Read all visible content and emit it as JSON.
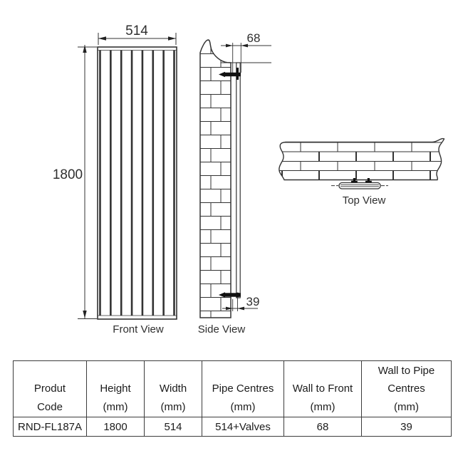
{
  "colors": {
    "line": "#333333",
    "text": "#2f2f2f",
    "table_border": "#3c3c3c",
    "background": "#ffffff"
  },
  "views": {
    "front": {
      "caption": "Front View",
      "width_dim": "514",
      "height_dim": "1800",
      "panels": 7
    },
    "side": {
      "caption": "Side View",
      "wall_to_front_dim": "68",
      "wall_to_pipe_dim": "39"
    },
    "top": {
      "caption": "Top View"
    }
  },
  "table": {
    "headers": [
      {
        "lines": [
          "Produt",
          "Code"
        ]
      },
      {
        "lines": [
          "Height",
          "(mm)"
        ]
      },
      {
        "lines": [
          "Width",
          "(mm)"
        ]
      },
      {
        "lines": [
          "Pipe Centres",
          "(mm)"
        ]
      },
      {
        "lines": [
          "Wall to Front",
          "(mm)"
        ]
      },
      {
        "lines": [
          "Wall to Pipe",
          "Centres",
          "(mm)"
        ]
      }
    ],
    "row": [
      "RND-FL187A",
      "1800",
      "514",
      "514+Valves",
      "68",
      "39"
    ]
  }
}
